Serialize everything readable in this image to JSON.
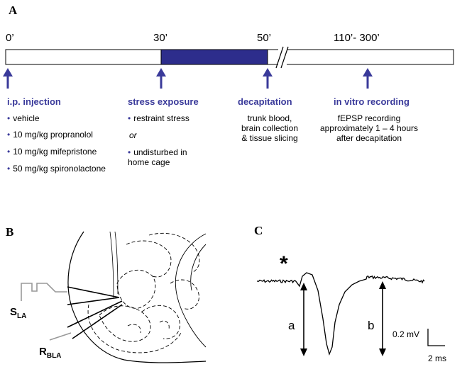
{
  "panel_a": {
    "letter": "A",
    "times": [
      "0’",
      "30’",
      "50’",
      "110’- 300’"
    ],
    "colors": {
      "accent": "#3a3a9a",
      "bar_fill": "#2d2d8c"
    },
    "columns": [
      {
        "heading": "i.p. injection",
        "items": [
          "vehicle",
          "10 mg/kg propranolol",
          "10 mg/kg mifepristone",
          "50 mg/kg spironolactone"
        ]
      },
      {
        "heading": "stress exposure",
        "items": [
          "restraint stress",
          "undisturbed in home cage"
        ],
        "or_text": "or",
        "item2_line2": "home cage"
      },
      {
        "heading": "decapitation",
        "lines": [
          "trunk blood,",
          "brain collection",
          "& tissue slicing"
        ]
      },
      {
        "heading": "in vitro recording",
        "lines": [
          "fEPSP recording",
          "approximately 1 – 4 hours",
          "after decapitation"
        ]
      }
    ]
  },
  "panel_b": {
    "letter": "B",
    "stim_label": "S",
    "stim_sub": "LA",
    "rec_label": "R",
    "rec_sub": "BLA"
  },
  "panel_c": {
    "letter": "C",
    "asterisk": "*",
    "label_a": "a",
    "label_b": "b",
    "scale_v": "0.2 mV",
    "scale_t": "2 ms"
  }
}
